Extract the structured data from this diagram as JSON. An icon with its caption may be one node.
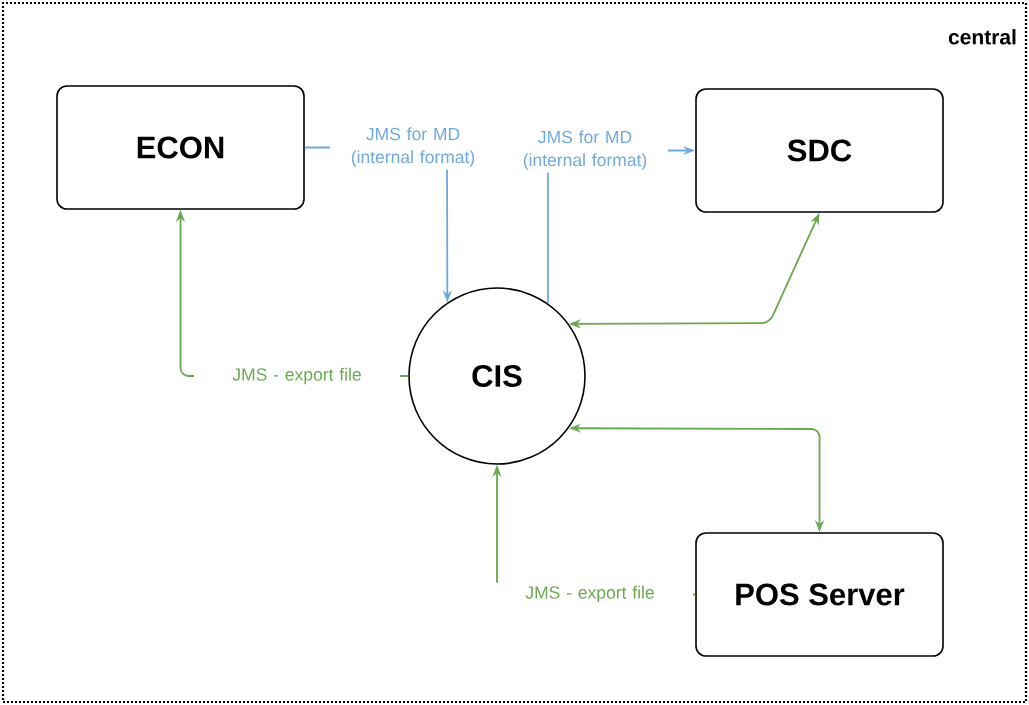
{
  "diagram": {
    "nodes": [
      {
        "text": [
          "central"
        ]
      },
      {
        "text": [
          "ECON"
        ],
        "in": 0
      },
      {
        "text": [
          "SDC"
        ],
        "in": 0
      },
      {
        "text": [
          "CIS"
        ],
        "in": 0
      },
      {
        "text": [
          "POS Server"
        ],
        "in": 0
      }
    ],
    "edges": [
      {
        "from": 1,
        "to": 3,
        "arrow": "to",
        "label": "JMS for MD (internal format)",
        "color": "#6fa8dc"
      },
      {
        "from": 3,
        "to": 2,
        "arrow": "to",
        "label": "JMS for MD (internal format)",
        "color": "#6fa8dc"
      },
      {
        "from": 3,
        "to": 1,
        "arrow": "to",
        "label": "JMS - export file"
      },
      {
        "from": 2,
        "to": 3,
        "arrow": "both"
      },
      {
        "from": 3,
        "to": 4,
        "arrow": "both"
      },
      {
        "from": 4,
        "to": 3,
        "arrow": "to",
        "label": "JMS - export file"
      }
    ]
  }
}
